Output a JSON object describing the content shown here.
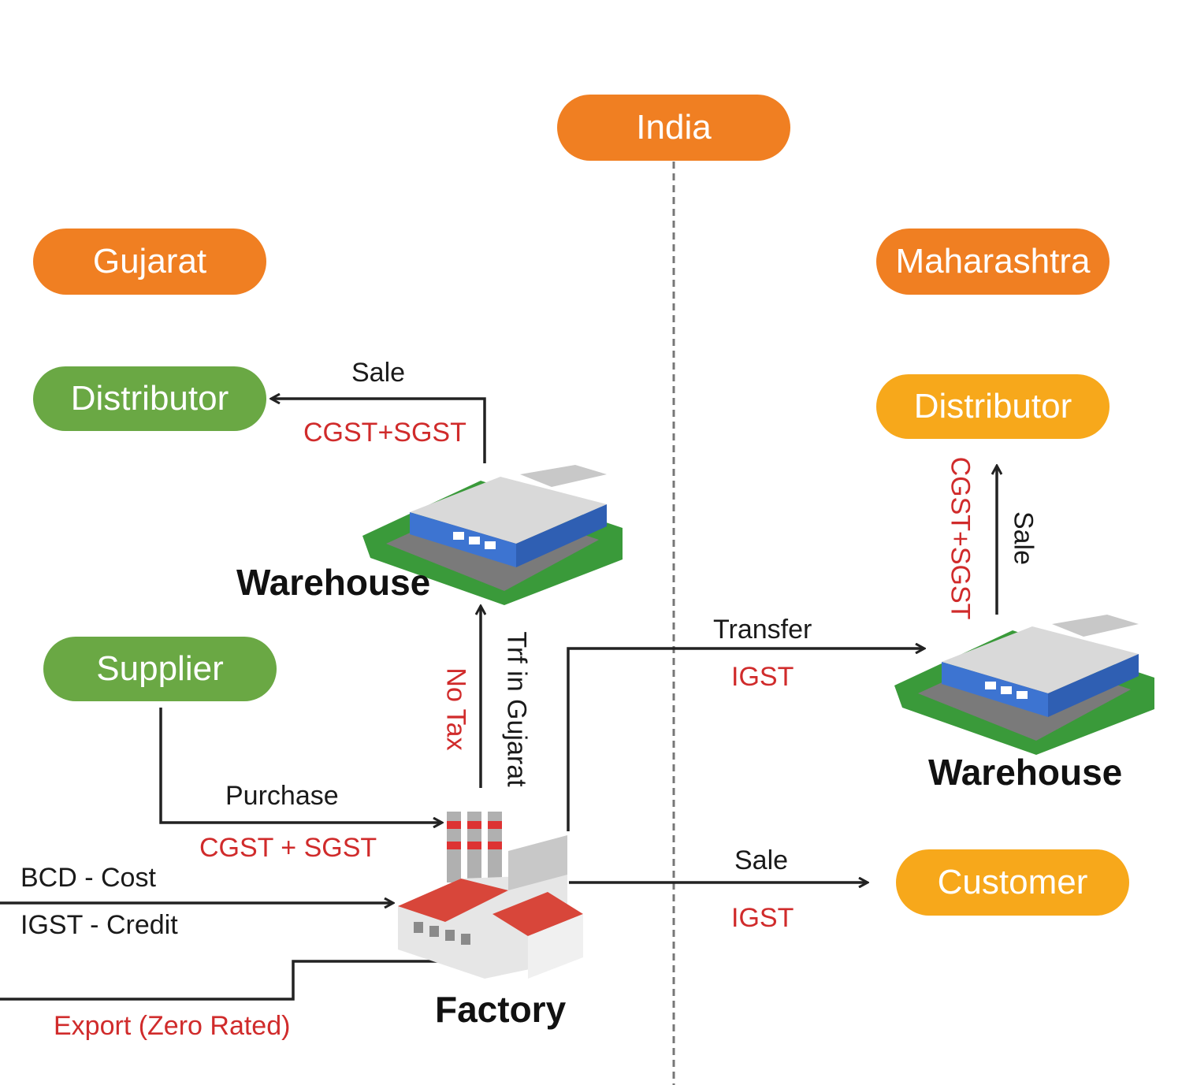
{
  "regions": {
    "country": "India",
    "state_left": "Gujarat",
    "state_right": "Maharashtra"
  },
  "nodes": {
    "distributor_left": "Distributor",
    "supplier": "Supplier",
    "warehouse_left": "Warehouse",
    "factory": "Factory",
    "distributor_right": "Distributor",
    "warehouse_right": "Warehouse",
    "customer": "Customer"
  },
  "flows": {
    "sale_left": {
      "label": "Sale",
      "tax": "CGST+SGST"
    },
    "trf_gujarat": {
      "label": "Trf in Gujarat",
      "tax": "No Tax"
    },
    "purchase": {
      "label": "Purchase",
      "tax": "CGST + SGST"
    },
    "import": {
      "cost": "BCD - Cost",
      "credit": "IGST - Credit"
    },
    "export": {
      "label": "Export (Zero Rated)"
    },
    "transfer": {
      "label": "Transfer",
      "tax": "IGST"
    },
    "sale_right": {
      "label": "Sale",
      "tax": "IGST"
    },
    "sale_mh": {
      "label": "Sale",
      "tax": "CGST+SGST"
    }
  },
  "colors": {
    "orange": "#f07f22",
    "green": "#6aa844",
    "amber": "#f7a81b",
    "tax_red": "#d02b2b"
  }
}
